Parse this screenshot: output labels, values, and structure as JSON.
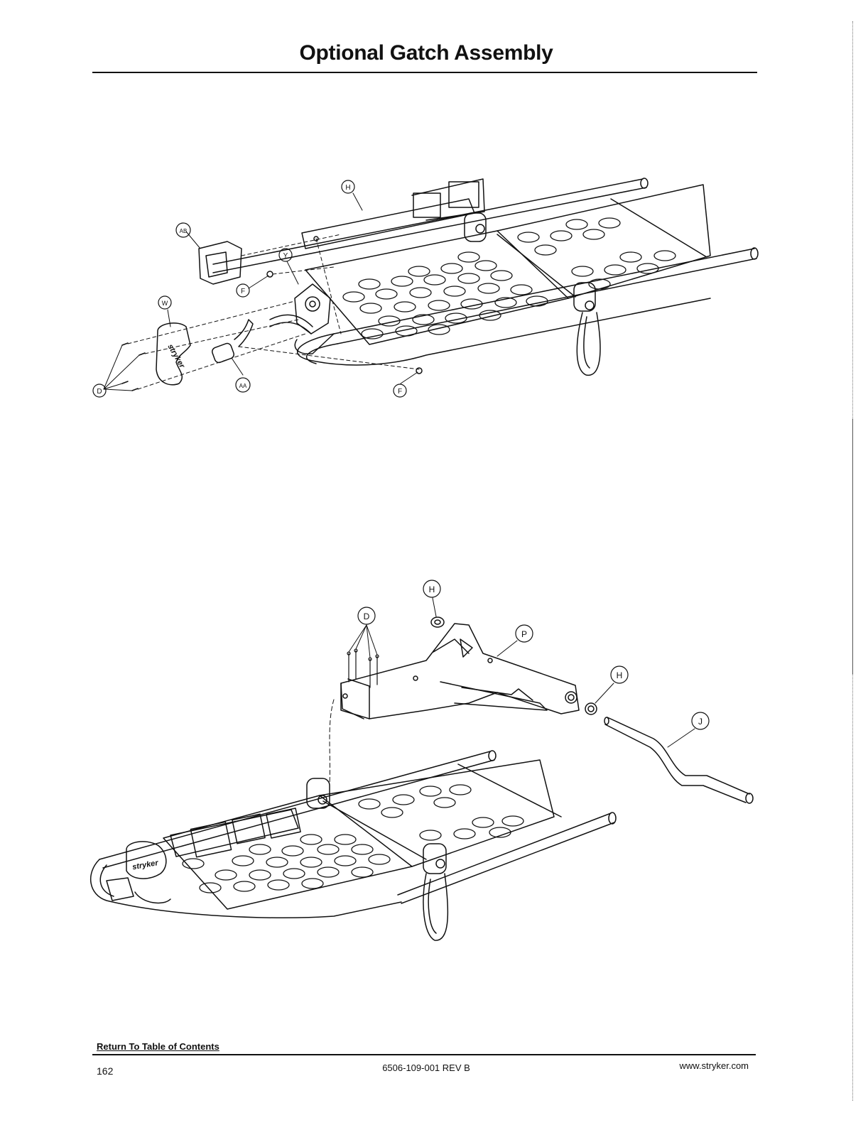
{
  "page": {
    "title": "Optional Gatch Assembly",
    "footer": {
      "link_label": "Return To Table of Contents",
      "page_number": "162",
      "doc_number": "6506-109-001 REV B",
      "website": "www.stryker.com"
    }
  },
  "diagram_top": {
    "callouts": [
      "H",
      "AB",
      "Y",
      "F",
      "W",
      "AA",
      "D",
      "F"
    ],
    "logo_text": "stryker"
  },
  "diagram_bottom": {
    "callouts": [
      "H",
      "D",
      "P",
      "H",
      "J"
    ],
    "logo_text": "stryker"
  },
  "colors": {
    "ink": "#111111",
    "paper": "#ffffff"
  }
}
